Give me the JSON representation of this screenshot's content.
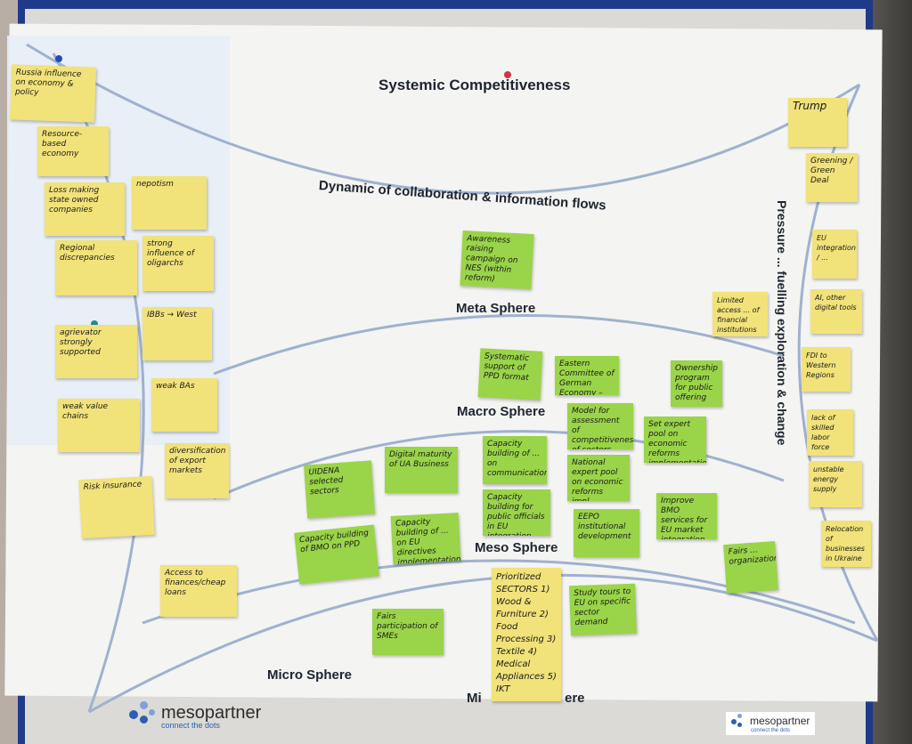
{
  "title": "Systemic Competitiveness",
  "flow_label": "Dynamic of collaboration & information flows",
  "side_label": "Pressure ... fuelling exploration & change",
  "spheres": [
    "Meta Sphere",
    "Macro Sphere",
    "Meso Sphere",
    "Micro Sphere"
  ],
  "micro_visible": [
    "Mi",
    "ere"
  ],
  "logo": {
    "name": "mesopartner",
    "tagline": "connect the dots"
  },
  "notes_left": [
    "Russia influence on economy & policy",
    "Resource-based economy",
    "Loss making state owned companies",
    "nepotism",
    "Regional discrepancies",
    "strong influence of oligarchs",
    "IBBs → West",
    "agrievator strongly supported",
    "weak value chains",
    "weak BAs",
    "diversification of export markets",
    "Risk insurance",
    "Access to finances/cheap loans"
  ],
  "notes_center": [
    "Awareness raising campaign on NES (within reform)",
    "Systematic support of PPD format",
    "Eastern Committee of German Economy – dialogue",
    "Ownership program for public offering",
    "Model for assessment of competitiveness of sectors",
    "Set expert pool on economic reforms implementation",
    "Digital maturity of UA Business",
    "Capacity building of ... on communication",
    "National expert pool on economic reforms impl.",
    "UIDENA selected sectors",
    "Capacity building for public officials in EU integration",
    "Capacity building of BMO on PPD",
    "Capacity building of ... on EU directives implementation",
    "EEPO institutional development",
    "Improve BMO services for EU market integration",
    "Fairs ... organization",
    "Fairs participation of SMEs",
    "Study tours to EU on specific sector demand"
  ],
  "sectors_note": "Prioritized SECTORS 1) Wood & Furniture 2) Food Processing 3) Textile 4) Medical Appliances 5) IKT",
  "notes_right": [
    "Trump",
    "Greening / Green Deal",
    "EU integration / ... ",
    "Limited access ... of financial institutions",
    "AI, other digital tools",
    "FDI to Western Regions",
    "lack of skilled labor force",
    "unstable energy supply",
    "Relocation of businesses in Ukraine"
  ],
  "colors": {
    "yellow": "#f1e27a",
    "green": "#9ad449",
    "line": "#9fb1cf",
    "frame": "#1f3a8a"
  }
}
